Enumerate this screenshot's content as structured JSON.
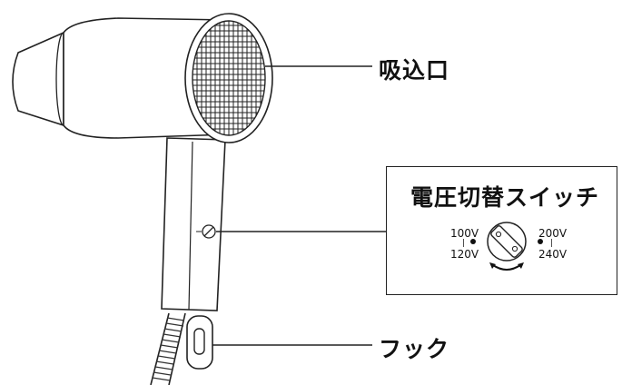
{
  "labels": {
    "intake": "吸込口",
    "voltage_switch": "電圧切替スイッチ",
    "hook": "フック"
  },
  "switch_detail": {
    "left_top": "100V",
    "left_bottom": "120V",
    "right_top": "200V",
    "right_bottom": "240V"
  }
}
